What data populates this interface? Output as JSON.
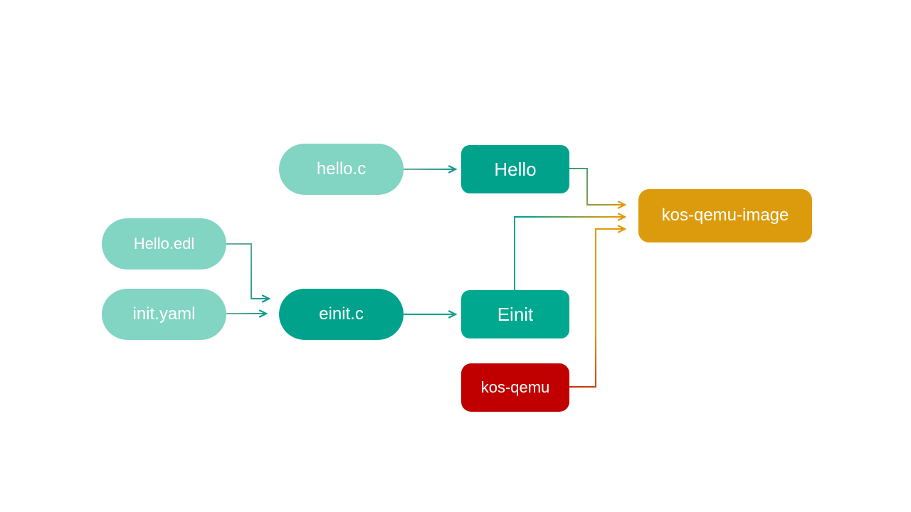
{
  "diagram_type": "build-flow-diagram",
  "colors": {
    "background": "#FFFFFF",
    "node_light_teal": "#82D4C3",
    "node_teal": "#00A28C",
    "node_einit_teal": "#00A890",
    "node_red": "#C00000",
    "node_orange": "#DC9B0C",
    "edge_teal": "#139A89",
    "edge_teal_light": "#6BAD9E",
    "edge_orange": "#DF9A0A",
    "edge_red": "#C12D05",
    "text": "#FFFFFF"
  },
  "nodes": {
    "hello_c": {
      "label": "hello.c",
      "shape": "pill",
      "color": "light_teal"
    },
    "hello": {
      "label": "Hello",
      "shape": "box",
      "color": "teal"
    },
    "hello_edl": {
      "label": "Hello.edl",
      "shape": "pill",
      "color": "light_teal"
    },
    "init_yaml": {
      "label": "init.yaml",
      "shape": "pill",
      "color": "light_teal"
    },
    "einit_c": {
      "label": "einit.c",
      "shape": "pill",
      "color": "teal"
    },
    "einit": {
      "label": "Einit",
      "shape": "box",
      "color": "teal"
    },
    "kos_qemu": {
      "label": "kos-qemu",
      "shape": "box",
      "color": "red"
    },
    "kos_qemu_image": {
      "label": "kos-qemu-image",
      "shape": "box",
      "color": "orange"
    }
  },
  "edges": [
    {
      "from": "hello.c",
      "to": "Hello",
      "style": "teal-gradient"
    },
    {
      "from": "Hello.edl",
      "to": "einit.c",
      "style": "teal-gradient"
    },
    {
      "from": "init.yaml",
      "to": "einit.c",
      "style": "teal-gradient"
    },
    {
      "from": "einit.c",
      "to": "Einit",
      "style": "teal"
    },
    {
      "from": "Hello",
      "to": "kos-qemu-image",
      "style": "teal-to-orange-gradient"
    },
    {
      "from": "Einit",
      "to": "kos-qemu-image",
      "style": "teal-to-orange-gradient"
    },
    {
      "from": "kos-qemu",
      "to": "kos-qemu-image",
      "style": "red-to-orange-gradient"
    }
  ]
}
